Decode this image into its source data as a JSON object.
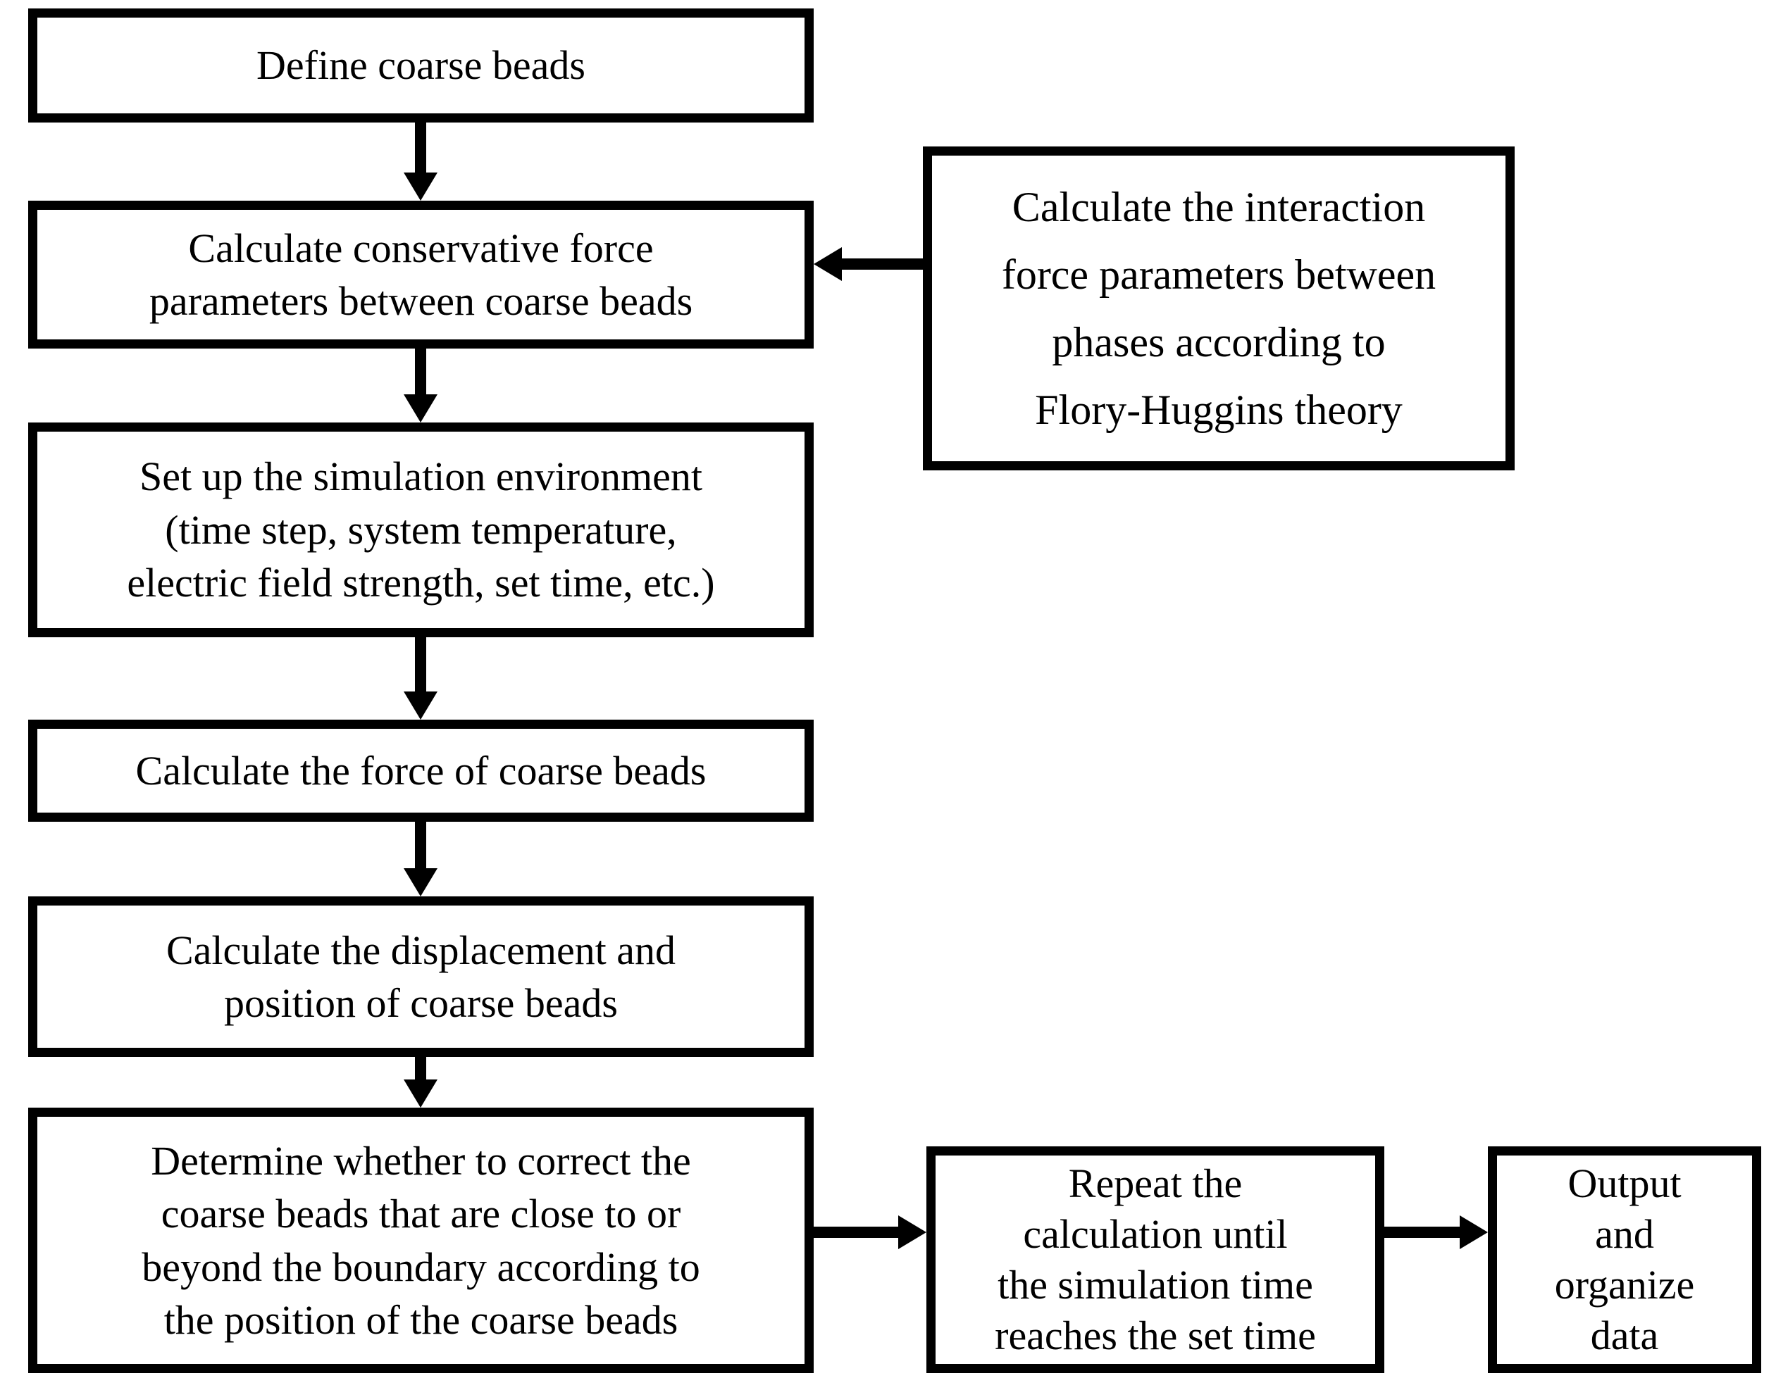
{
  "colors": {
    "background": "#ffffff",
    "box_border": "#000000",
    "text": "#000000",
    "arrow": "#000000"
  },
  "nodes": {
    "define": {
      "label": "Define coarse beads"
    },
    "conservative": {
      "label": "Calculate conservative force\nparameters between coarse beads"
    },
    "interaction": {
      "label": "Calculate the interaction\nforce parameters between\nphases according to\nFlory-Huggins theory"
    },
    "setup": {
      "label": "Set up the simulation environment\n(time step, system temperature,\nelectric field strength, set time, etc.)"
    },
    "force": {
      "label": "Calculate the force of coarse beads"
    },
    "displacement": {
      "label": "Calculate the displacement and\nposition of coarse beads"
    },
    "determine": {
      "label": "Determine whether to correct the\ncoarse beads that are close to or\nbeyond the boundary according to\nthe position of the coarse beads"
    },
    "repeat": {
      "label": "Repeat the\ncalculation until\nthe simulation time\nreaches the set time"
    },
    "output": {
      "label": "Output\nand\norganize\ndata"
    }
  },
  "edges": [
    {
      "from": "define",
      "to": "conservative",
      "direction": "down"
    },
    {
      "from": "interaction",
      "to": "conservative",
      "direction": "left"
    },
    {
      "from": "conservative",
      "to": "setup",
      "direction": "down"
    },
    {
      "from": "setup",
      "to": "force",
      "direction": "down"
    },
    {
      "from": "force",
      "to": "displacement",
      "direction": "down"
    },
    {
      "from": "displacement",
      "to": "determine",
      "direction": "down"
    },
    {
      "from": "determine",
      "to": "repeat",
      "direction": "right"
    },
    {
      "from": "repeat",
      "to": "output",
      "direction": "right"
    }
  ]
}
